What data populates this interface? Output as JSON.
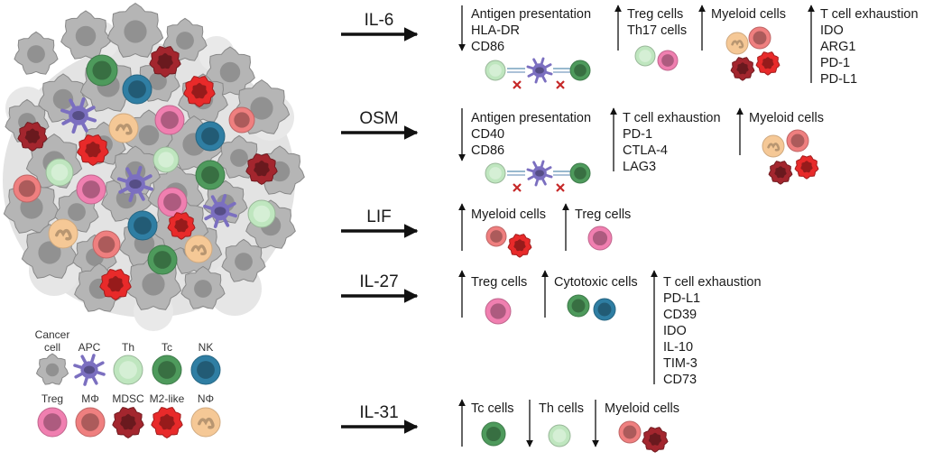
{
  "legend": {
    "labels": [
      "Cancer cell",
      "APC",
      "Th",
      "Tc",
      "NK",
      "Treg",
      "MΦ",
      "MDSC",
      "M2-like",
      "NΦ"
    ],
    "cancer_cell_line1": "Cancer",
    "cancer_cell_line2": "cell"
  },
  "cell_colors": {
    "cancer": "#b5b5b5",
    "apc": "#7b6fc0",
    "th": "#bfe6bf",
    "tc": "#4e9a5c",
    "nk": "#2f7ea3",
    "treg": "#f07fb0",
    "macrophage": "#ef7f7f",
    "mdsc": "#a3262e",
    "m2_like": "#e82a2a",
    "neutrophil": "#f5c896"
  },
  "rows": [
    {
      "cytokine": "IL-6",
      "blocks": [
        {
          "direction": "down",
          "title": "Antigen presentation",
          "items": [
            "HLA-DR",
            "CD86"
          ]
        },
        {
          "direction": "up",
          "title": "Treg cells",
          "items": [
            "Th17 cells"
          ]
        },
        {
          "direction": "up",
          "title": "Myeloid cells",
          "items": []
        },
        {
          "direction": "up",
          "title": "T cell exhaustion",
          "items": [
            "IDO",
            "ARG1",
            "PD-1",
            "PD-L1"
          ]
        }
      ]
    },
    {
      "cytokine": "OSM",
      "blocks": [
        {
          "direction": "down",
          "title": "Antigen presentation",
          "items": [
            "CD40",
            "CD86"
          ]
        },
        {
          "direction": "up",
          "title": "T cell exhaustion",
          "items": [
            "PD-1",
            "CTLA-4",
            "LAG3"
          ]
        },
        {
          "direction": "up",
          "title": "Myeloid cells",
          "items": []
        }
      ]
    },
    {
      "cytokine": "LIF",
      "blocks": [
        {
          "direction": "up",
          "title": "Myeloid cells",
          "items": []
        },
        {
          "direction": "up",
          "title": "Treg cells",
          "items": []
        }
      ]
    },
    {
      "cytokine": "IL-27",
      "blocks": [
        {
          "direction": "up",
          "title": "Treg cells",
          "items": []
        },
        {
          "direction": "up",
          "title": "Cytotoxic cells",
          "items": []
        },
        {
          "direction": "up",
          "title": "T cell exhaustion",
          "items": [
            "PD-L1",
            "CD39",
            "IDO",
            "IL-10",
            "TIM-3",
            "CD73"
          ]
        }
      ]
    },
    {
      "cytokine": "IL-31",
      "blocks": [
        {
          "direction": "up",
          "title": "Tc cells",
          "items": []
        },
        {
          "direction": "down",
          "title": "Th cells",
          "items": []
        },
        {
          "direction": "down",
          "title": "Myeloid cells",
          "items": []
        }
      ]
    }
  ]
}
